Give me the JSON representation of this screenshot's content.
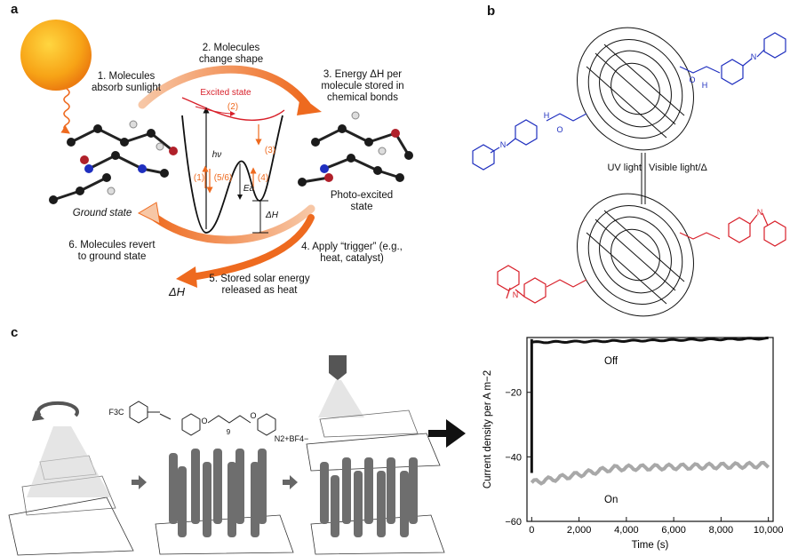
{
  "panels": {
    "a": "a",
    "b": "b",
    "c": "c"
  },
  "panel_a": {
    "step1": [
      "1. Molecules",
      "absorb sunlight"
    ],
    "step2": [
      "2. Molecules",
      "change shape"
    ],
    "step3": [
      "3. Energy ΔH per",
      "molecule stored in",
      "chemical bonds"
    ],
    "step4": [
      "4. Apply “trigger” (e.g.,",
      "heat, catalyst)"
    ],
    "step5": [
      "5. Stored solar energy",
      "released as heat"
    ],
    "step6": [
      "6. Molecules revert",
      "to ground state"
    ],
    "excited_state": "Excited state",
    "ground_state": "Ground state",
    "photo_excited": [
      "Photo-excited",
      "state"
    ],
    "hv": "hν",
    "ea": "Ea",
    "dh": "ΔH",
    "dh_out": "ΔH",
    "marks": [
      "(1)",
      "(2)",
      "(3)",
      "(4)",
      "(5/6)"
    ]
  },
  "panel_b": {
    "uv": "UV light",
    "vis": "Visible light/Δ",
    "atoms": [
      "N",
      "N",
      "N",
      "N",
      "O",
      "O",
      "H",
      "H"
    ]
  },
  "panel_c": {
    "cf3": "F3C",
    "chain_n": "9",
    "o1": "O",
    "o2": "O",
    "n2bf4": "N2+BF4−",
    "off": "Off",
    "on": "On",
    "ylabel": "Current density per A m−2",
    "xlabel": "Time (s)",
    "yticks": [
      "−20",
      "−40",
      "−60"
    ],
    "xticks": [
      "0",
      "2,000",
      "4,000",
      "6,000",
      "8,000",
      "10,000"
    ]
  },
  "colors": {
    "orange": "#ee6a1f",
    "red": "#d8202a",
    "blue": "#1f2fbf",
    "off": "#111111",
    "on": "#a8a8a8"
  }
}
